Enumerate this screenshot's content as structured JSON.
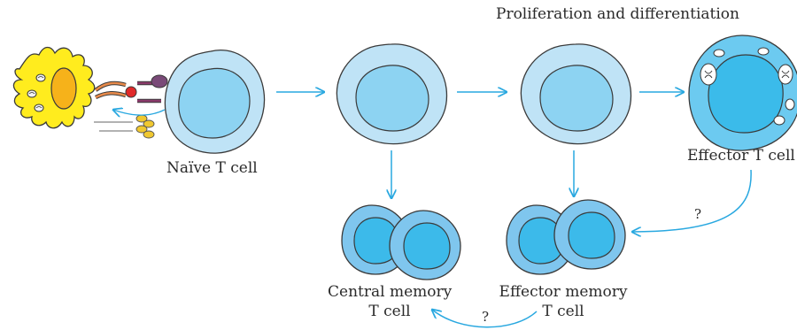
{
  "figure": {
    "title": "Proliferation and differentiation",
    "naive_label": "Naïve T cell",
    "effector_label": "Effector T cell",
    "central_memory_label_line1": "Central memory",
    "central_memory_label_line2": "T cell",
    "effector_memory_label_line1": "Effector memory",
    "effector_memory_label_line2": "T cell",
    "uncertain_mark_1": "?",
    "uncertain_mark_2": "?"
  },
  "colors": {
    "arrow": "#29a8e0",
    "cell_outer": "#bfe3f6",
    "cell_nucleus": "#8dd3f2",
    "effector_body": "#6ccaf0",
    "effector_nucleus": "#3bbbea",
    "memory_outer": "#7fc6ee",
    "memory_nucleus": "#3cbaea",
    "apc_body": "#ffec1e",
    "apc_nucleus": "#f6b21a"
  },
  "icons": [
    "antigen-presenting-cell-icon",
    "tcr-receptor-icon",
    "granule-icon"
  ]
}
